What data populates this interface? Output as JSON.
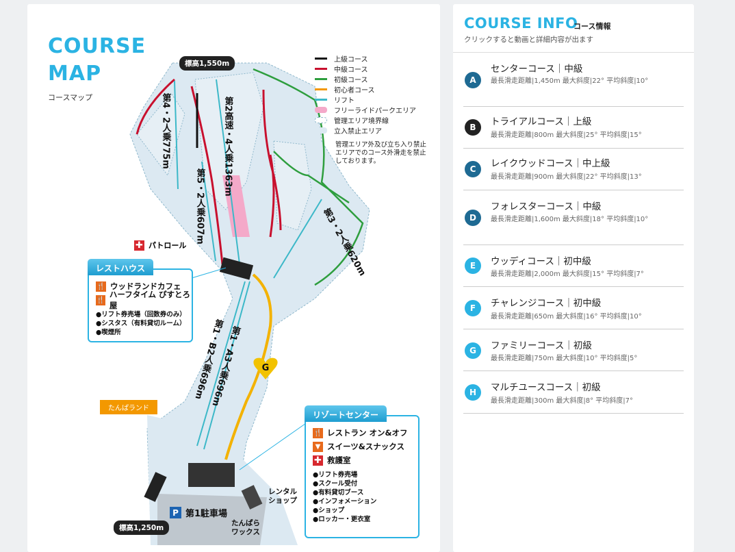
{
  "map": {
    "title_line1": "COURSE",
    "title_line2": "MAP",
    "subtitle": "コースマップ",
    "elevation_top": "標高1,550m",
    "elevation_bottom": "標高1,250m",
    "legend": [
      {
        "label": "上級コース",
        "color": "#111111"
      },
      {
        "label": "中級コース",
        "color": "#c8102e"
      },
      {
        "label": "初級コース",
        "color": "#2e9e3e"
      },
      {
        "label": "初心者コース",
        "color": "#f39800"
      },
      {
        "label": "リフト",
        "color": "#3cb8c8"
      },
      {
        "label": "フリーライドパークエリア",
        "color": "#f4a9c9"
      },
      {
        "label": "管理エリア境界線",
        "color": "#ffffff"
      },
      {
        "label": "立入禁止エリア",
        "color": "#dce9f2"
      }
    ],
    "legend_note": "管理エリア外及び立ち入り禁止エリアでのコース外滑走を禁止しております。",
    "lifts": [
      {
        "name": "第4・2人乗775m"
      },
      {
        "name": "第2高速・4人乗1363m"
      },
      {
        "name": "第5・2人乗607m"
      },
      {
        "name": "第3・2人乗620m"
      },
      {
        "name": "第1・B2人乗696m"
      },
      {
        "name": "第1・A3人乗696m"
      }
    ],
    "patrol": "パトロール",
    "rest_house": {
      "title": "レストハウス",
      "items": [
        "ウッドランドカフェ",
        "ハーフタイム ぴすとろ屋"
      ],
      "facilities": [
        "●リフト券売場（回数券のみ）",
        "●シスタス（有料貸切ルーム）",
        "●喫煙所"
      ]
    },
    "tanpa_land": "たんぱランド",
    "marker_g": "G",
    "resort_center": {
      "title": "リゾートセンター",
      "items": [
        "レストラン オン&オフ",
        "スイーツ&スナックス",
        "救護室"
      ],
      "facilities": [
        "●リフト券売場",
        "●スクール受付",
        "●有料貸切ブース",
        "●インフォメーション",
        "●ショップ",
        "●ロッカー・更衣室"
      ]
    },
    "parking": "第1駐車場",
    "parking_icon": "P",
    "rental_shop_l1": "レンタル",
    "rental_shop_l2": "ショップ",
    "wax_l1": "たんぱら",
    "wax_l2": "ワックス"
  },
  "info": {
    "title": "COURSE INFO",
    "title_ja": "コース情報",
    "description": "クリックすると動画と詳細内容が出ます",
    "courses": [
      {
        "badge": "A",
        "color": "#1e6a93",
        "name": "センターコース｜中級",
        "spec": "最長滑走距離|1,450m 最大斜度|22° 平均斜度|10°"
      },
      {
        "badge": "B",
        "color": "#222222",
        "name": "トライアルコース｜上級",
        "spec": "最長滑走距離|800m 最大斜度|25° 平均斜度|15°"
      },
      {
        "badge": "C",
        "color": "#1e6a93",
        "name": "レイクウッドコース｜中上級",
        "spec": "最長滑走距離|900m 最大斜度|22° 平均斜度|13°"
      },
      {
        "badge": "D",
        "color": "#1e6a93",
        "name": "フォレスターコース｜中級",
        "spec": "最長滑走距離|1,600m 最大斜度|18° 平均斜度|10°"
      },
      {
        "badge": "E",
        "color": "#2bb3e3",
        "name": "ウッディコース｜初中級",
        "spec": "最長滑走距離|2,000m 最大斜度|15° 平均斜度|7°"
      },
      {
        "badge": "F",
        "color": "#2bb3e3",
        "name": "チャレンジコース｜初中級",
        "spec": "最長滑走距離|650m 最大斜度|16° 平均斜度|10°"
      },
      {
        "badge": "G",
        "color": "#2bb3e3",
        "name": "ファミリーコース｜初級",
        "spec": "最長滑走距離|750m 最大斜度|10° 平均斜度|5°"
      },
      {
        "badge": "H",
        "color": "#2bb3e3",
        "name": "マルチユースコース｜初級",
        "spec": "最長滑走距離|300m 最大斜度|8° 平均斜度|7°"
      }
    ]
  }
}
